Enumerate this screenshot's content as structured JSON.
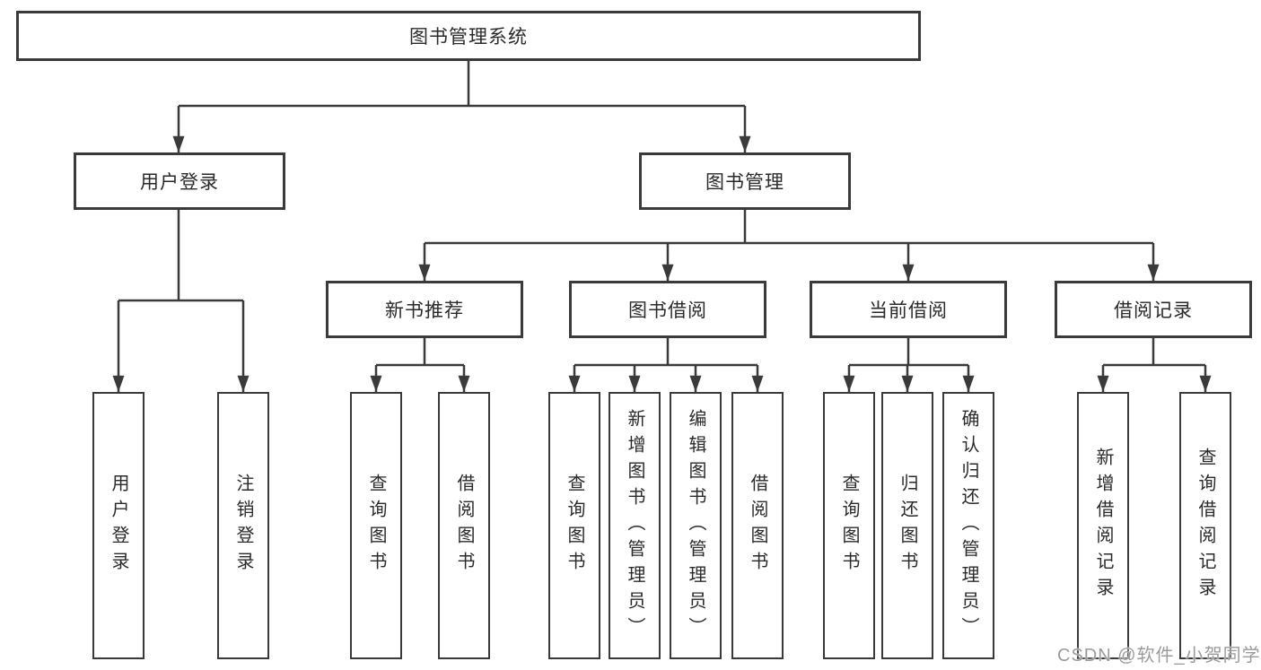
{
  "diagram": {
    "title": "图书管理系统",
    "watermark": "CSDN @软件_小贺同学",
    "colors": {
      "line": "#3a3a3a",
      "box_border": "#3a3a3a",
      "box_fill": "#ffffff",
      "text": "#2a2a2a",
      "watermark": "#9b9b9b",
      "background": "#ffffff"
    },
    "root": {
      "label": "图书管理系统"
    },
    "branches": [
      {
        "label": "用户登录",
        "children": [
          {
            "label": "用户登录"
          },
          {
            "label": "注销登录"
          }
        ]
      },
      {
        "label": "图书管理",
        "children": [
          {
            "label": "新书推荐",
            "children": [
              {
                "label": "查询图书"
              },
              {
                "label": "借阅图书"
              }
            ]
          },
          {
            "label": "图书借阅",
            "children": [
              {
                "label": "查询图书"
              },
              {
                "label": "新增图书（管理员）"
              },
              {
                "label": "编辑图书（管理员）"
              },
              {
                "label": "借阅图书"
              }
            ]
          },
          {
            "label": "当前借阅",
            "children": [
              {
                "label": "查询图书"
              },
              {
                "label": "归还图书"
              },
              {
                "label": "确认归还（管理员）"
              }
            ]
          },
          {
            "label": "借阅记录",
            "children": [
              {
                "label": "新增借阅记录"
              },
              {
                "label": "查询借阅记录"
              }
            ]
          }
        ]
      }
    ]
  }
}
